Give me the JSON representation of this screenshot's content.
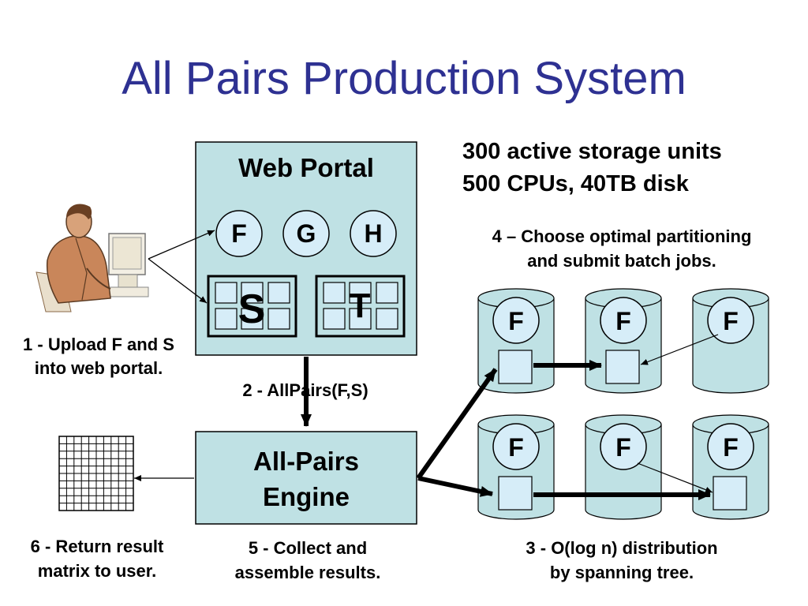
{
  "title": "All Pairs Production System",
  "stats": {
    "line1": "300 active storage units",
    "line2": "500 CPUs, 40TB disk"
  },
  "portal": {
    "title": "Web Portal",
    "files": [
      "F",
      "G",
      "H"
    ],
    "sets": [
      "S",
      "T"
    ]
  },
  "engine": {
    "line1": "All-Pairs",
    "line2": "Engine"
  },
  "storage_units": [
    {
      "label": "F"
    },
    {
      "label": "F"
    },
    {
      "label": "F"
    },
    {
      "label": "F"
    },
    {
      "label": "F"
    },
    {
      "label": "F"
    }
  ],
  "steps": {
    "step1": [
      "1 - Upload F and S",
      "into web portal."
    ],
    "step2": "2 - AllPairs(F,S)",
    "step3": [
      "3 - O(log n) distribution",
      "by spanning tree."
    ],
    "step4": [
      "4 – Choose optimal partitioning",
      "and submit batch jobs."
    ],
    "step5": [
      "5 - Collect and",
      "assemble results."
    ],
    "step6": [
      "6 - Return result",
      "matrix to user."
    ]
  },
  "colors": {
    "title": "#2E3192",
    "box_fill": "#BFE1E4",
    "node_fill": "#D6EDF8",
    "cylinder_fill": "#BFE1E4"
  },
  "icons": {
    "user": "user-at-computer-icon",
    "matrix": "result-matrix-icon"
  }
}
